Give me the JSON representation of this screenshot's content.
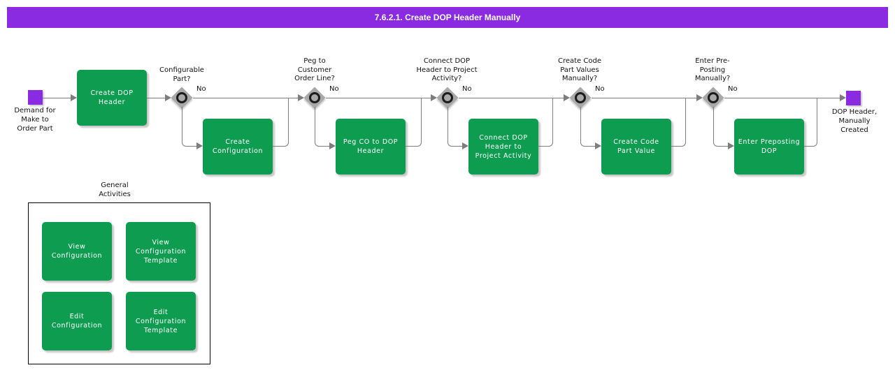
{
  "title_bar": {
    "text": "7.6.2.1. Create DOP Header Manually"
  },
  "flow": {
    "start_event": {
      "label": "Demand for\nMake to\nOrder Part"
    },
    "end_event": {
      "label": "DOP Header,\nManually\nCreated"
    },
    "activities": [
      {
        "label": "Create DOP\nHeader"
      },
      {
        "label": "Create\nConfiguration"
      },
      {
        "label": "Peg CO to DOP\nHeader"
      },
      {
        "label": "Connect DOP\nHeader to\nProject Activity"
      },
      {
        "label": "Create Code\nPart Value"
      },
      {
        "label": "Enter Preposting\nDOP"
      }
    ],
    "decisions": [
      {
        "question": "Configurable\nPart?",
        "no_label": "No"
      },
      {
        "question": "Peg to\nCustomer\nOrder Line?",
        "no_label": "No"
      },
      {
        "question": "Connect DOP\nHeader to Project\nActivity?",
        "no_label": "No"
      },
      {
        "question": "Create Code\nPart Values\nManually?",
        "no_label": "No"
      },
      {
        "question": "Enter Pre-\nPosting\nManually?",
        "no_label": "No"
      }
    ]
  },
  "general_activities": {
    "title": "General\nActivities",
    "items": [
      {
        "label": "View\nConfiguration"
      },
      {
        "label": "View\nConfiguration\nTemplate"
      },
      {
        "label": "Edit\nConfiguration"
      },
      {
        "label": "Edit\nConfiguration\nTemplate"
      }
    ]
  },
  "colors": {
    "activity_green": "#0E9C50",
    "event_purple": "#8A2BE2",
    "header_purple": "#8A2BE2",
    "connector_gray": "#7D7D7D",
    "gateway_gray": "#A8A8A8"
  }
}
